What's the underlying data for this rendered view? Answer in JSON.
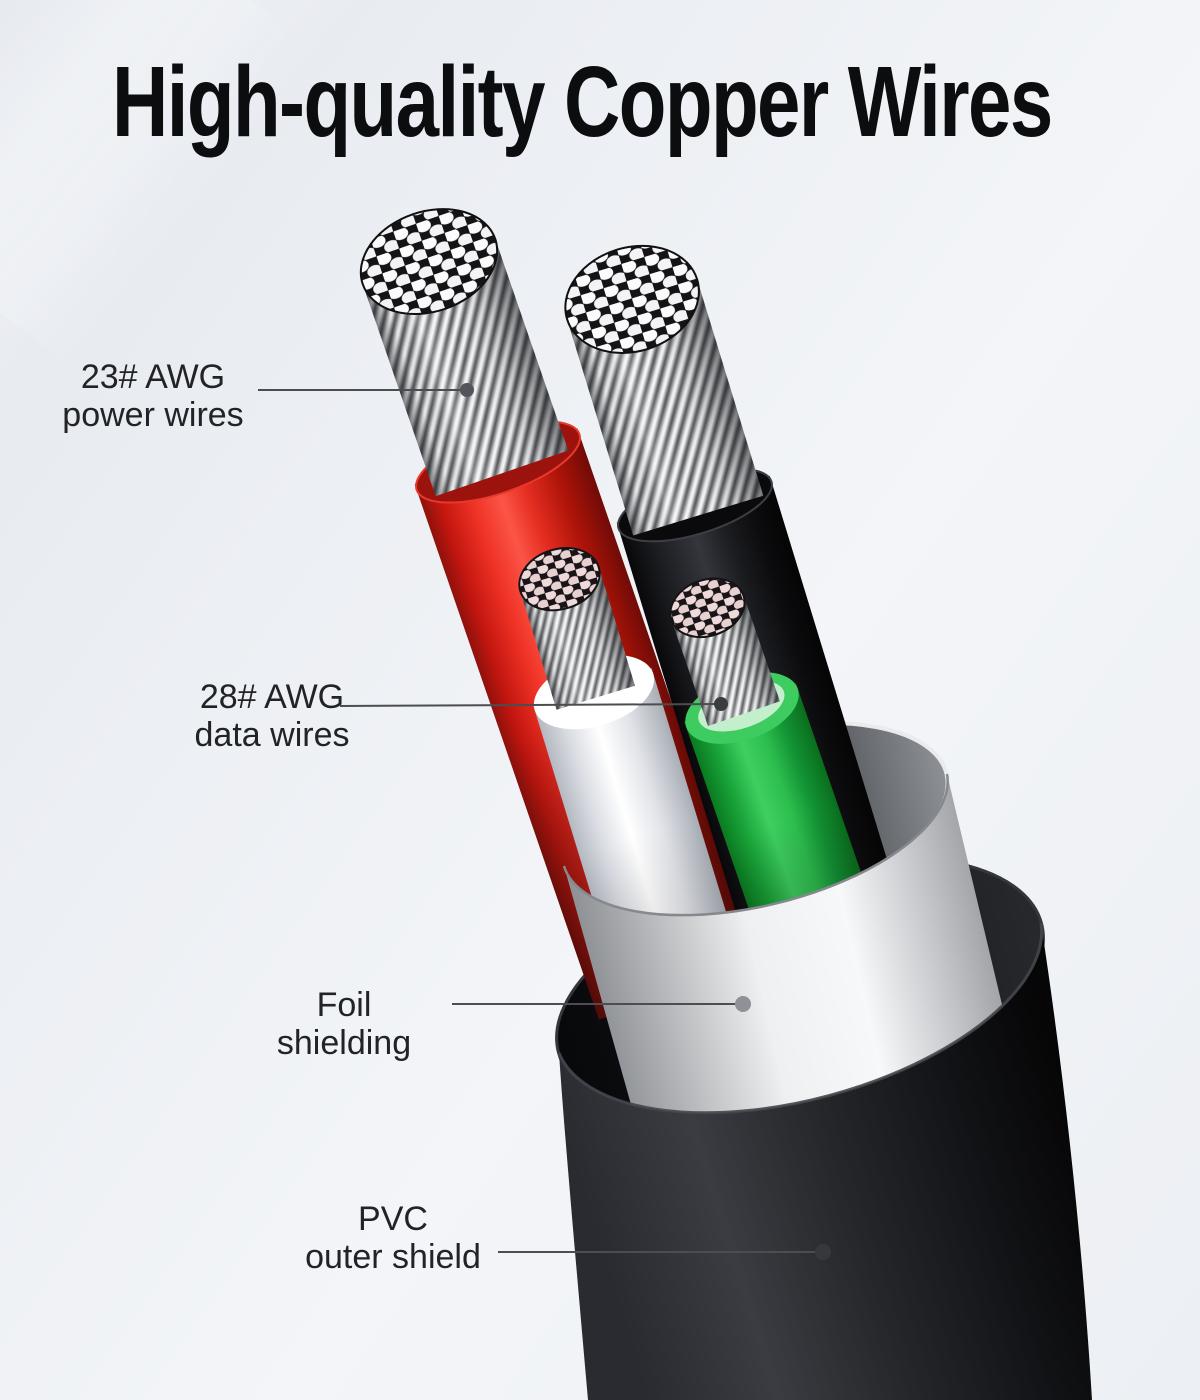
{
  "title": "High-quality Copper Wires",
  "annotations": [
    {
      "id": "power-wires",
      "line1": "23# AWG",
      "line2": "power wires"
    },
    {
      "id": "data-wires",
      "line1": "28# AWG",
      "line2": "data wires"
    },
    {
      "id": "foil-shielding",
      "line1": "Foil shielding",
      "line2": ""
    },
    {
      "id": "pvc-outer-shield",
      "line1": "PVC",
      "line2": "outer shield"
    }
  ],
  "illustration": {
    "parts": [
      "power-wire-red",
      "power-wire-black",
      "data-wire-white",
      "data-wire-green",
      "foil-shield",
      "pvc-jacket",
      "copper-strands"
    ],
    "colors": {
      "wire_red": "#ef3226",
      "wire_black": "#1b1c20",
      "wire_white": "#f5f6f8",
      "wire_green": "#2dbf4e",
      "copper_strands": "#c9cacc",
      "foil_silver": "#dfe1e3",
      "pvc_black": "#17181b",
      "background": "#eef1f5",
      "leader_line": "#4b4d51",
      "title_text": "#0c0d0f",
      "label_text": "#212326"
    }
  }
}
